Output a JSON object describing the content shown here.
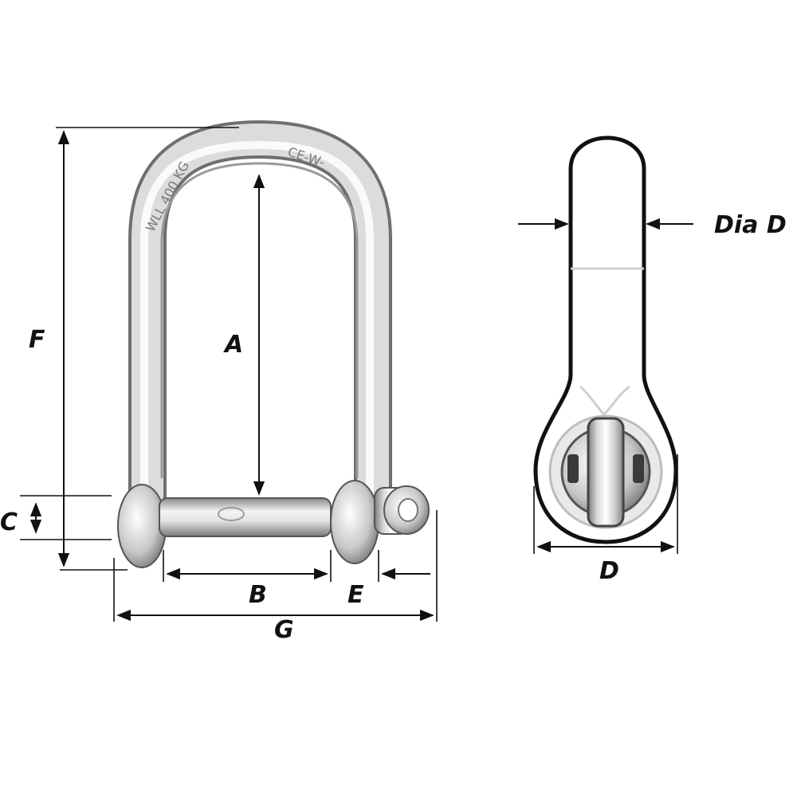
{
  "labels": {
    "a": "A",
    "b": "B",
    "c": "C",
    "d": "D",
    "e": "E",
    "f": "F",
    "g": "G",
    "dia_d": "Dia D"
  },
  "engraving": {
    "load": "WLL 400 KG",
    "mark": "CE-W-"
  },
  "colors": {
    "line": "#111111",
    "steel_light": "#f4f4f4",
    "steel_mid": "#c9c9c9",
    "steel_dark": "#8c8c8c"
  }
}
